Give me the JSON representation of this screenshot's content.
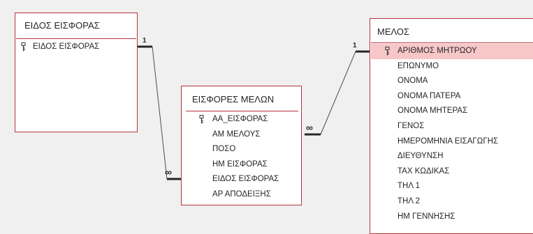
{
  "tables": {
    "eidos": {
      "title": "ΕΙΔΟΣ ΕΙΣΦΟΡΑΣ",
      "fields": [
        {
          "label": "ΕΙΔΟΣ ΕΙΣΦΟΡΑΣ",
          "key": true
        }
      ]
    },
    "eisfores": {
      "title": "ΕΙΣΦΟΡΕΣ ΜΕΛΩΝ",
      "fields": [
        {
          "label": "ΑΑ_ΕΙΣΦΟΡΑΣ",
          "key": true
        },
        {
          "label": "ΑΜ ΜΕΛΟΥΣ",
          "key": false
        },
        {
          "label": "ΠΟΣΟ",
          "key": false
        },
        {
          "label": "ΗΜ ΕΙΣΦΟΡΑΣ",
          "key": false
        },
        {
          "label": "ΕΙΔΟΣ ΕΙΣΦΟΡΑΣ",
          "key": false
        },
        {
          "label": "ΑΡ ΑΠΟΔΕΙΞΗΣ",
          "key": false
        }
      ]
    },
    "melos": {
      "title": "ΜΕΛΟΣ",
      "fields": [
        {
          "label": "ΑΡΙΘΜΟΣ ΜΗΤΡΩΟΥ",
          "key": true
        },
        {
          "label": "ΕΠΩΝΥΜΟ",
          "key": false
        },
        {
          "label": "ΟΝΟΜΑ",
          "key": false
        },
        {
          "label": "ΟΝΟΜΑ ΠΑΤΕΡΑ",
          "key": false
        },
        {
          "label": "ΟΝΟΜΑ ΜΗΤΕΡΑΣ",
          "key": false
        },
        {
          "label": "ΓΕΝΟΣ",
          "key": false
        },
        {
          "label": "ΗΜΕΡΟΜΗΝΙΑ ΕΙΣΑΓΩΓΗΣ",
          "key": false
        },
        {
          "label": "ΔΙΕΥΘΥΝΣΗ",
          "key": false
        },
        {
          "label": "ΤΑΧ ΚΩΔΙΚΑΣ",
          "key": false
        },
        {
          "label": "ΤΗΛ 1",
          "key": false
        },
        {
          "label": "ΤΗΛ 2",
          "key": false
        },
        {
          "label": "ΗΜ ΓΕΝΝΗΣΗΣ",
          "key": false
        }
      ],
      "selected_field": "ΑΡΙΘΜΟΣ ΜΗΤΡΩΟΥ"
    }
  },
  "relationships": [
    {
      "from": "ΕΙΔΟΣ ΕΙΣΦΟΡΑΣ.ΕΙΔΟΣ ΕΙΣΦΟΡΑΣ",
      "to": "ΕΙΣΦΟΡΕΣ ΜΕΛΩΝ.ΕΙΔΟΣ ΕΙΣΦΟΡΑΣ",
      "one_label": "1",
      "many_label": "∞"
    },
    {
      "from": "ΜΕΛΟΣ.ΑΡΙΘΜΟΣ ΜΗΤΡΩΟΥ",
      "to": "ΕΙΣΦΟΡΕΣ ΜΕΛΩΝ.ΑΜ ΜΕΛΟΥΣ",
      "one_label": "1",
      "many_label": "∞"
    }
  ],
  "colors": {
    "border": "#b3343a",
    "selected_row": "#f7c7c8",
    "background": "#f0f0f0",
    "line": "#4a4a4a"
  },
  "icons": {
    "primary_key": "key-icon"
  }
}
